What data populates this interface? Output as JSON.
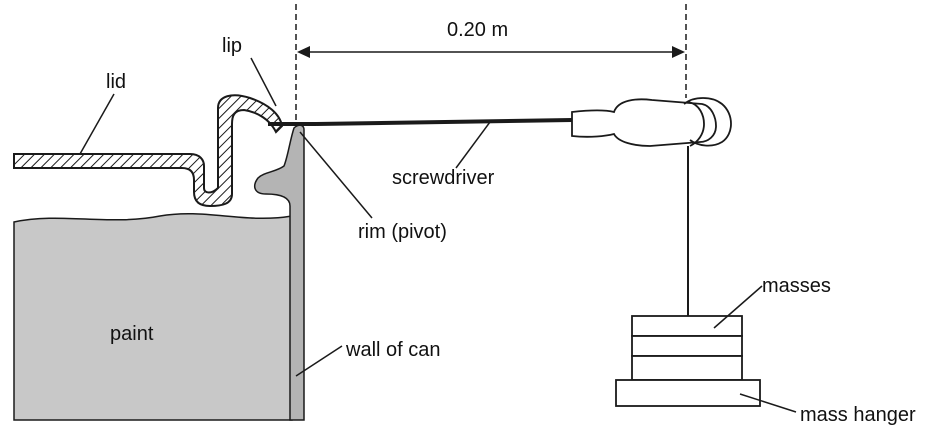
{
  "labels": {
    "lip": "lip",
    "lid": "lid",
    "distance": "0.20 m",
    "screwdriver": "screwdriver",
    "rim": "rim (pivot)",
    "masses": "masses",
    "paint": "paint",
    "wall": "wall of can",
    "hanger": "mass hanger"
  },
  "colors": {
    "paint": "#c8c8c8",
    "wall": "#b4b4b4",
    "line": "#1a1a1a",
    "background": "#ffffff"
  }
}
